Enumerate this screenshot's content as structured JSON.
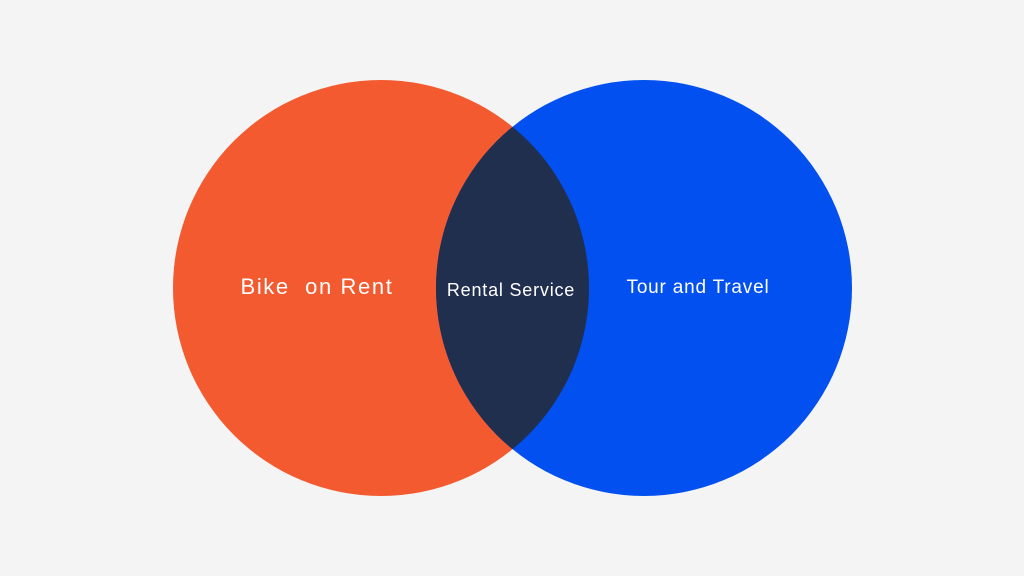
{
  "diagram": {
    "left_set": {
      "label": "Bike  on Rent",
      "color": "#f35a30"
    },
    "right_set": {
      "label": "Tour and Travel",
      "color": "#0250f0"
    },
    "intersection": {
      "label": "Rental Service",
      "color": "#212f4e"
    },
    "background": "#f4f4f4"
  }
}
